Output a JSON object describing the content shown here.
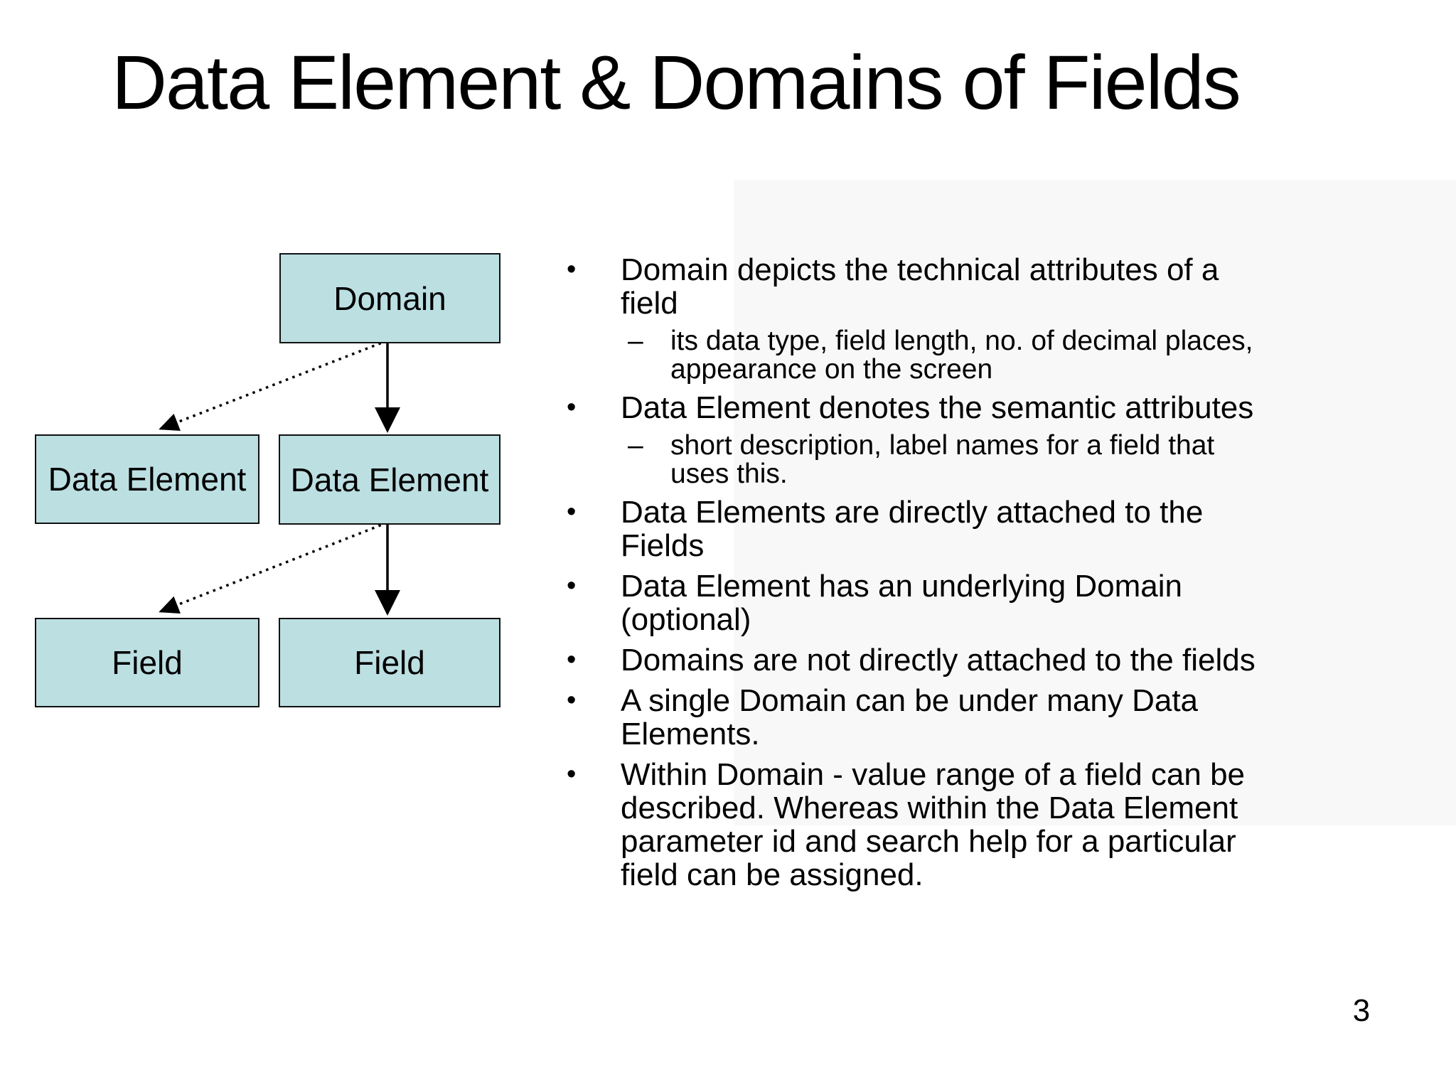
{
  "slide": {
    "title": "Data Element & Domains of Fields",
    "page_number": "3",
    "colors": {
      "background": "#ffffff",
      "box_fill": "#bcdfe2",
      "box_border": "#111111",
      "text": "#000000"
    }
  },
  "diagram": {
    "nodes": [
      {
        "id": "domain",
        "label": "Domain"
      },
      {
        "id": "data-element-left",
        "label": "Data Element"
      },
      {
        "id": "data-element-right",
        "label": "Data Element"
      },
      {
        "id": "field-left",
        "label": "Field"
      },
      {
        "id": "field-right",
        "label": "Field"
      }
    ],
    "edges": [
      {
        "from": "domain",
        "to": "data-element-left",
        "style": "dotted"
      },
      {
        "from": "domain",
        "to": "data-element-right",
        "style": "solid"
      },
      {
        "from": "data-element-right",
        "to": "field-left",
        "style": "dotted"
      },
      {
        "from": "data-element-right",
        "to": "field-right",
        "style": "solid"
      }
    ]
  },
  "bullets": {
    "items": [
      {
        "level": 1,
        "marker": "•",
        "text": "Domain depicts the technical attributes of a\nfield"
      },
      {
        "level": 2,
        "marker": "–",
        "text": "its data type, field length, no. of decimal places,\nappearance on the screen"
      },
      {
        "level": 1,
        "marker": "•",
        "text": "Data Element denotes the semantic attributes"
      },
      {
        "level": 2,
        "marker": "–",
        "text": "short description, label names for a field that\nuses this."
      },
      {
        "level": 1,
        "marker": "•",
        "text": "Data Elements are directly attached to the\nFields"
      },
      {
        "level": 1,
        "marker": "•",
        "text": "Data Element has an underlying Domain\n(optional)"
      },
      {
        "level": 1,
        "marker": "•",
        "text": "Domains are not directly attached to the fields"
      },
      {
        "level": 1,
        "marker": "•",
        "text": "A single Domain can be under many Data\nElements."
      },
      {
        "level": 1,
        "marker": "•",
        "text": "Within Domain - value range of a field can be\ndescribed. Whereas within the Data Element\nparameter id and search help for a particular\nfield can be assigned."
      }
    ]
  }
}
